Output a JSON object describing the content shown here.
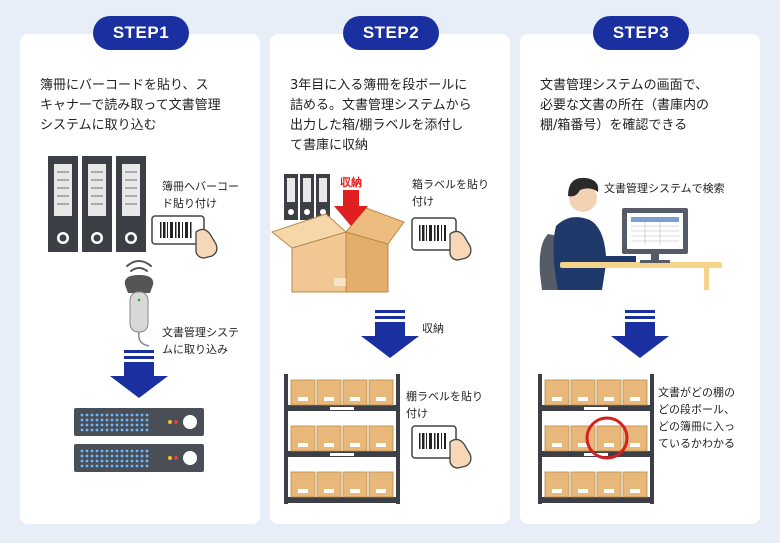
{
  "steps": [
    {
      "badge": "STEP1",
      "description": "簿冊にバーコードを貼り、ス\nキャナーで読み取って文書管理\nシステムに取り込む",
      "labels": {
        "barcode": "簿冊へバーコー\nド貼り付け",
        "import": "文書管理システ\nムに取り込み"
      }
    },
    {
      "badge": "STEP2",
      "description": "3年目に入る簿冊を段ボールに\n詰める。文書管理システムから\n出力した箱/棚ラベルを添付し\nて書庫に収納",
      "labels": {
        "store_red": "収納",
        "box_label": "箱ラベルを貼り\n付け",
        "store": "収納",
        "shelf_label": "棚ラベルを貼り\n付け"
      }
    },
    {
      "badge": "STEP3",
      "description": "文書管理システムの画面で、\n必要な文書の所在（書庫内の\n棚/箱番号）を確認できる",
      "labels": {
        "search": "文書管理システムで検索",
        "result": "文書がどの棚の\nどの段ボール、\nどの簿冊に入っ\nているかわかる"
      }
    }
  ],
  "colors": {
    "background": "#e8eef8",
    "badge": "#1a2fa0",
    "arrow": "#1a2fa0",
    "highlight": "#d42020",
    "cardboard": "#e8b87a"
  }
}
